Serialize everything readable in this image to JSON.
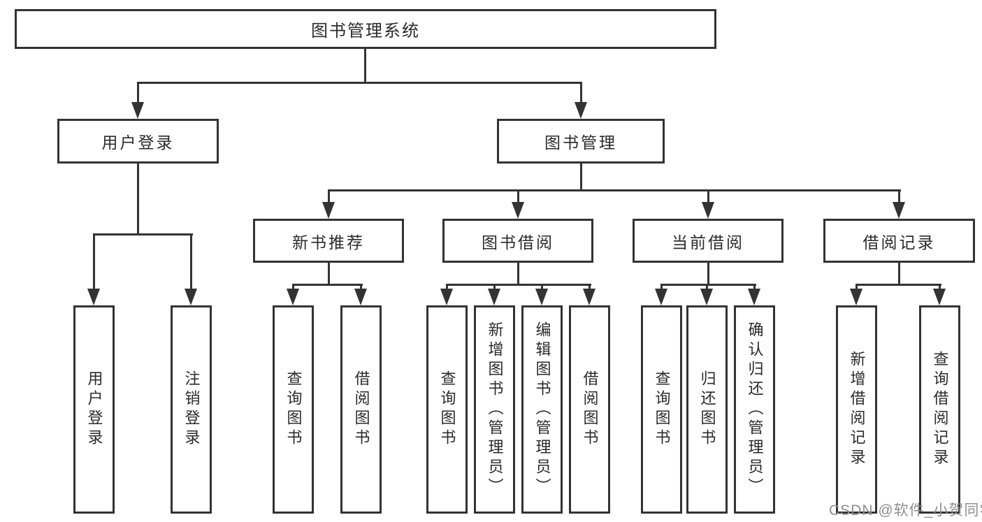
{
  "diagram": {
    "root": {
      "label": "图书管理系统",
      "children": [
        {
          "label": "用户登录",
          "children": [
            {
              "label": "用户登录"
            },
            {
              "label": "注销登录"
            }
          ]
        },
        {
          "label": "图书管理",
          "children": [
            {
              "label": "新书推荐",
              "children": [
                {
                  "label": "查询图书"
                },
                {
                  "label": "借阅图书"
                }
              ]
            },
            {
              "label": "图书借阅",
              "children": [
                {
                  "label": "查询图书"
                },
                {
                  "label": "新增图书（管理员）"
                },
                {
                  "label": "编辑图书（管理员）"
                },
                {
                  "label": "借阅图书"
                }
              ]
            },
            {
              "label": "当前借阅",
              "children": [
                {
                  "label": "查询图书"
                },
                {
                  "label": "归还图书"
                },
                {
                  "label": "确认归还（管理员）"
                }
              ]
            },
            {
              "label": "借阅记录",
              "children": [
                {
                  "label": "新增借阅记录"
                },
                {
                  "label": "查询借阅记录"
                }
              ]
            }
          ]
        }
      ]
    }
  },
  "watermark": {
    "text": "CSDN @软件_小贺同学",
    "color": "#8f8f8f"
  },
  "colors": {
    "line": "#333333",
    "box_border": "#333333",
    "box_fill": "#ffffff",
    "text": "#2b2b2b",
    "background": "#ffffff"
  }
}
